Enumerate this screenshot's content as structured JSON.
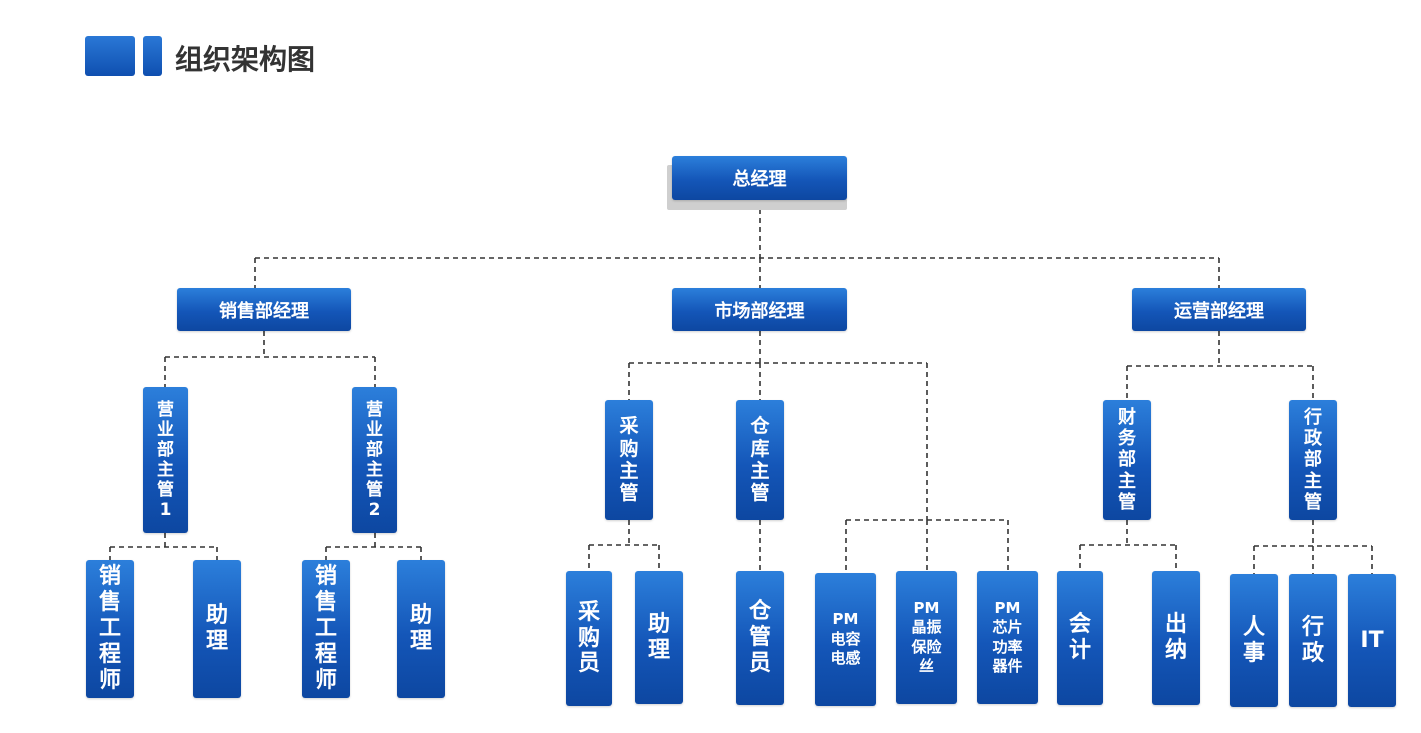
{
  "header": {
    "title": "组织架构图",
    "accent_color": "#1a66c8"
  },
  "org": {
    "root": "总经理",
    "departments": {
      "sales": {
        "label": "销售部经理",
        "supervisor_1": "营业部主管1",
        "supervisor_2": "营业部主管2",
        "engineer_1": "销售工程师",
        "assistant_1": "助理",
        "engineer_2": "销售工程师",
        "assistant_2": "助理"
      },
      "marketing": {
        "label": "市场部经理",
        "purchasing_supervisor": "采购主管",
        "warehouse_supervisor": "仓库主管",
        "purchaser": "采购员",
        "assistant": "助理",
        "warehouse_keeper": "仓管员",
        "pm_1": "PM电容电感",
        "pm_2": "PM晶振保险丝",
        "pm_3": "PM芯片功率器件"
      },
      "operations": {
        "label": "运营部经理",
        "finance_supervisor": "财务部主管",
        "admin_supervisor": "行政部主管",
        "accountant": "会计",
        "cashier": "出纳",
        "hr": "人事",
        "admin": "行政",
        "it": "IT"
      }
    }
  }
}
